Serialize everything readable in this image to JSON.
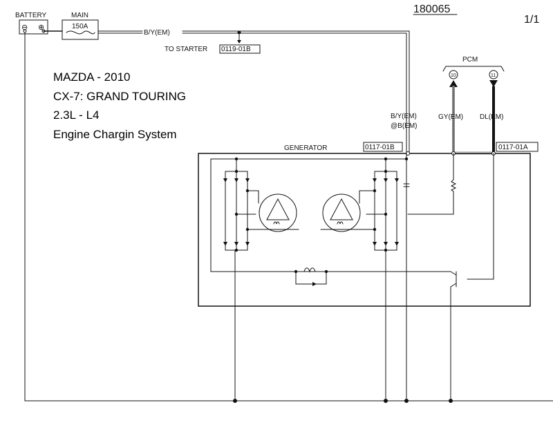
{
  "document": {
    "doc_number": "180065",
    "page": "1/1"
  },
  "vehicle_info": {
    "line1": "MAZDA - 2010",
    "line2": "CX-7: GRAND TOURING",
    "line3": "2.3L - L4",
    "line4": "Engine Chargin System"
  },
  "components": {
    "battery": {
      "label": "BATTERY",
      "minus": "⊖",
      "plus": "⊕"
    },
    "fuse": {
      "title": "MAIN",
      "rating": "150A"
    },
    "starter": {
      "label": "TO STARTER",
      "connector": "0119-01B"
    },
    "pcm": {
      "label": "PCM",
      "pin_left": "10",
      "pin_right": "11"
    },
    "generator": {
      "label": "GENERATOR",
      "connector_left": "0117-01B",
      "connector_right": "0117-01A"
    }
  },
  "wires": {
    "main_feed": "B/Y(EM)",
    "gen_b_line1": "B/Y(EM)",
    "gen_b_line2": "@B(EM)",
    "pcm_gy": "GY(EM)",
    "pcm_dl": "DL(EM)"
  },
  "colors": {
    "ink": "#111111",
    "gray_wire": "#8a8a8a",
    "background": "#ffffff"
  }
}
